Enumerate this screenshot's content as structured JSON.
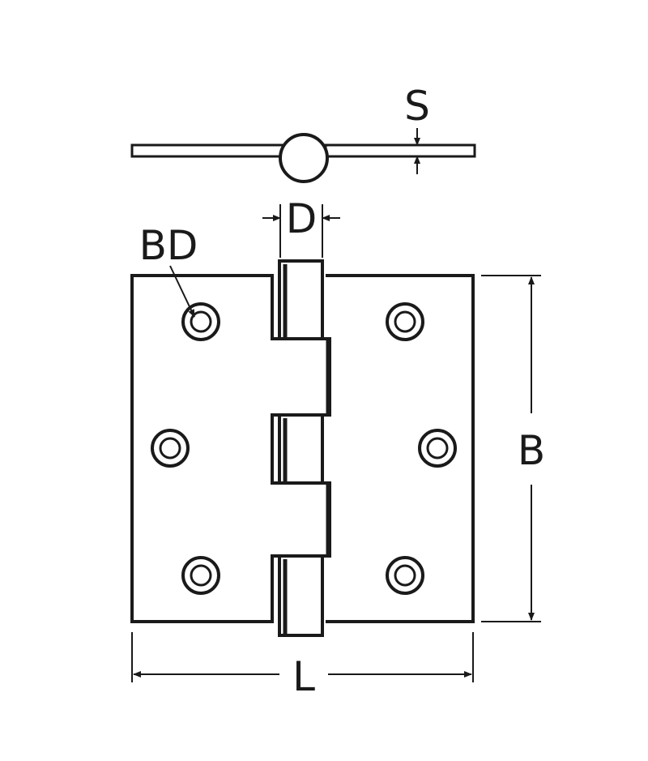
{
  "labels": {
    "thickness": "S",
    "pin_diameter": "D",
    "screw_hole_diameter": "BD",
    "height": "B",
    "length": "L"
  },
  "colors": {
    "line": "#1a1a1a",
    "background": "#ffffff"
  }
}
